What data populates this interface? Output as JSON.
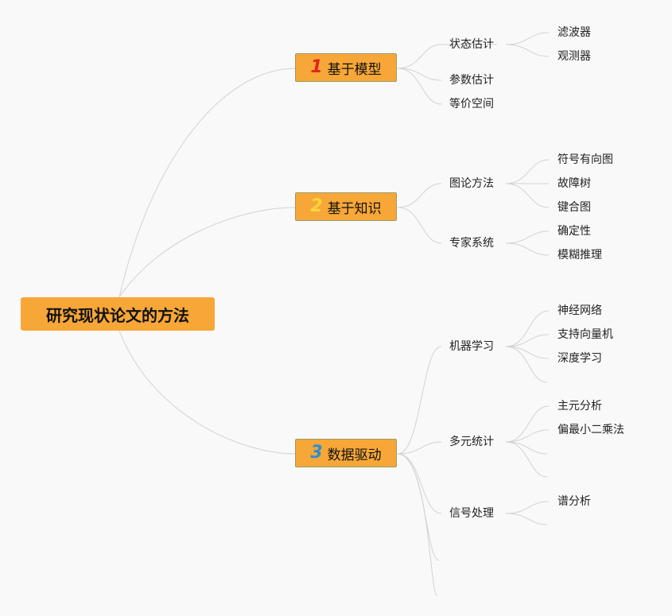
{
  "root": {
    "label": "研究现状论文的方法"
  },
  "colors": {
    "node_fill": "#f7a737",
    "num1": "#e0241c",
    "num2": "#fbd63a",
    "num3": "#2e8fd0",
    "line": "#d2d2d2"
  },
  "branches": [
    {
      "num": "1",
      "label": "基于模型",
      "children": [
        {
          "label": "状态估计",
          "children": [
            "滤波器",
            "观测器"
          ]
        },
        {
          "label": "参数估计",
          "children": []
        },
        {
          "label": "等价空间",
          "children": []
        }
      ]
    },
    {
      "num": "2",
      "label": "基于知识",
      "children": [
        {
          "label": "图论方法",
          "children": [
            "符号有向图",
            "故障树",
            "键合图"
          ]
        },
        {
          "label": "专家系统",
          "children": [
            "确定性",
            "模糊推理"
          ]
        }
      ]
    },
    {
      "num": "3",
      "label": "数据驱动",
      "children": [
        {
          "label": "机器学习",
          "children": [
            "神经网络",
            "支持向量机",
            "深度学习"
          ]
        },
        {
          "label": "多元统计",
          "children": [
            "主元分析",
            "偏最小二乘法"
          ]
        },
        {
          "label": "信号处理",
          "children": [
            "谱分析"
          ]
        }
      ]
    }
  ]
}
